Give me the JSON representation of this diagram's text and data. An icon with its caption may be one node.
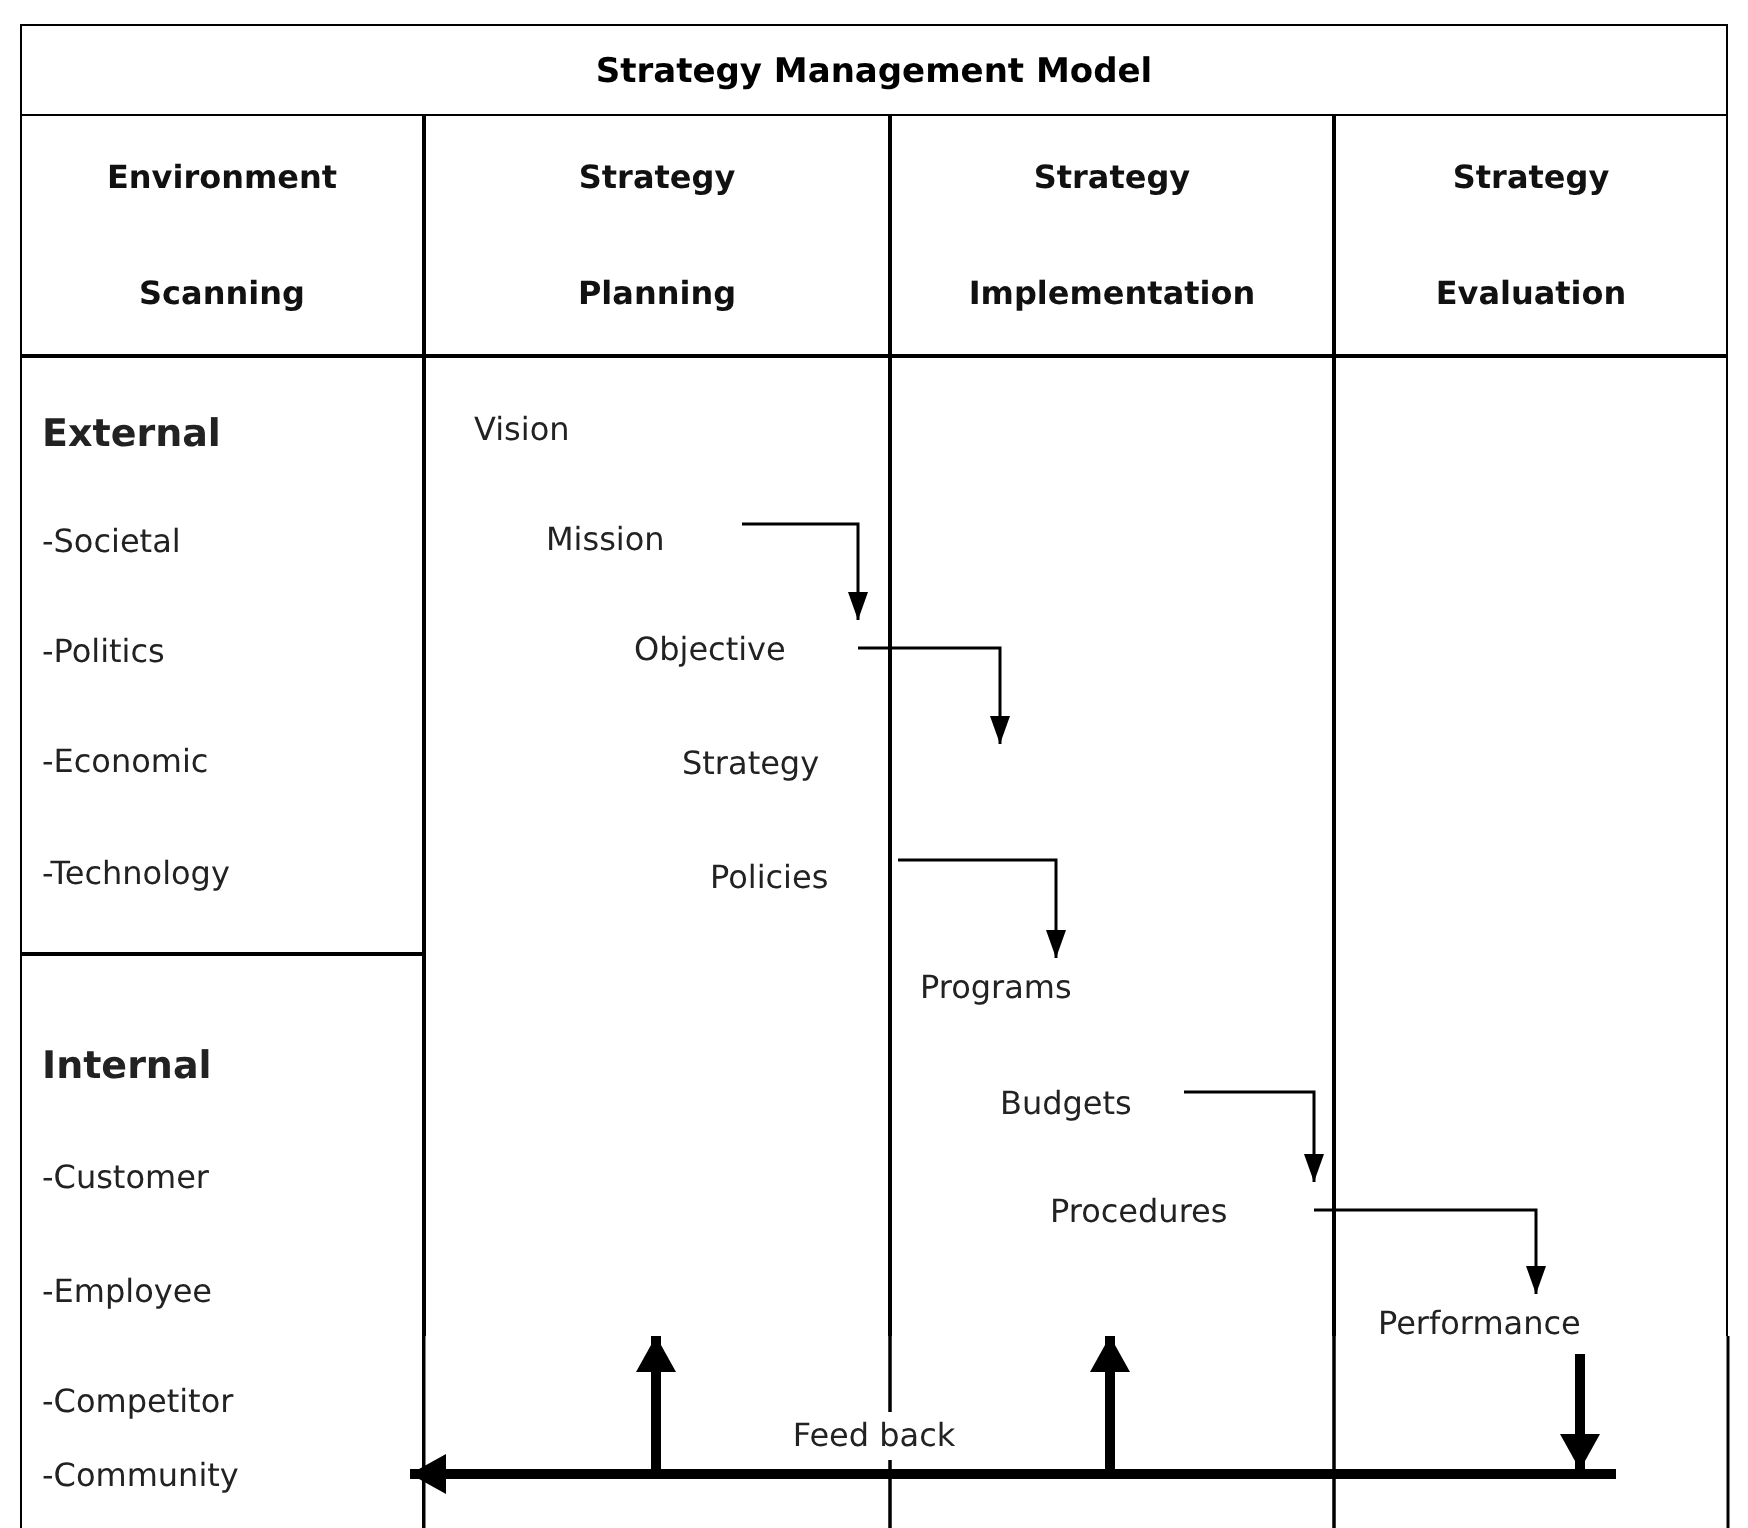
{
  "diagram": {
    "title": "Strategy Management Model",
    "nodes": [
      {
        "text": [
          "Environment Scanning"
        ]
      },
      {
        "text": [
          "Strategy Planning"
        ]
      },
      {
        "text": [
          "Strategy Implementation"
        ]
      },
      {
        "text": [
          "Strategy Evaluation"
        ]
      },
      {
        "text": [
          "External",
          "-Societal",
          "-Politics",
          "-Economic",
          "-Technology"
        ]
      },
      {
        "text": [
          "Internal",
          "-Customer",
          "-Employee",
          "-Competitor",
          "-Community"
        ]
      },
      {
        "text": [],
        "shape": "box"
      },
      {
        "text": [],
        "shape": "box"
      },
      {
        "text": [],
        "shape": "box"
      },
      {
        "text": [
          "Vision"
        ],
        "in": 6
      },
      {
        "text": [
          "Mission"
        ],
        "in": 6
      },
      {
        "text": [
          "Objective"
        ],
        "in": 6
      },
      {
        "text": [
          "Strategy"
        ],
        "in": 6
      },
      {
        "text": [
          "Policies"
        ],
        "in": 6
      },
      {
        "text": [
          "Programs"
        ],
        "in": 7
      },
      {
        "text": [
          "Budgets"
        ],
        "in": 7
      },
      {
        "text": [
          "Procedures"
        ],
        "in": 7
      },
      {
        "text": [
          "Performance"
        ],
        "in": 8
      }
    ],
    "edges": [
      {
        "from": 10,
        "to": 11,
        "arrow": "to"
      },
      {
        "from": 11,
        "to": null,
        "arrow": "to"
      },
      {
        "from": 13,
        "to": 14,
        "arrow": "to"
      },
      {
        "from": 15,
        "to": 16,
        "arrow": "to"
      },
      {
        "from": 16,
        "to": 17,
        "arrow": "to"
      },
      {
        "from": 17,
        "to": null,
        "arrow": "to",
        "style": "thick"
      },
      {
        "from": null,
        "to": 5,
        "arrow": "to",
        "style": "thick",
        "label": "Feed back"
      },
      {
        "from": null,
        "to": 6,
        "arrow": "to",
        "style": "thick"
      },
      {
        "from": null,
        "to": 7,
        "arrow": "to",
        "style": "thick"
      }
    ]
  }
}
